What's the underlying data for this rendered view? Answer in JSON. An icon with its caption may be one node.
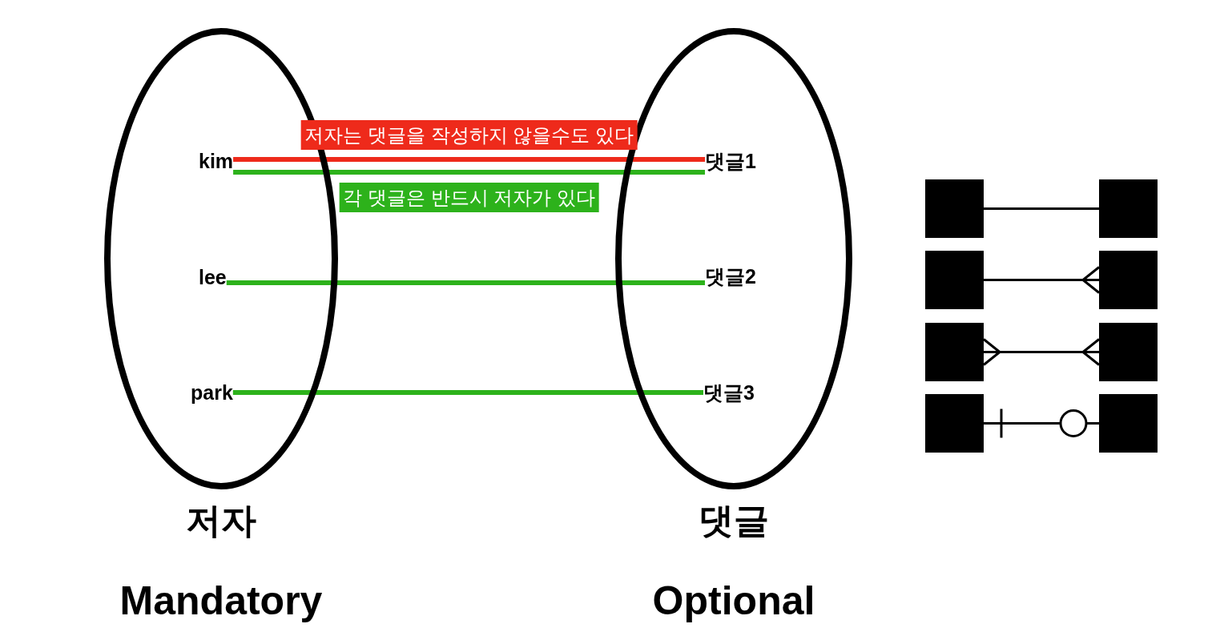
{
  "diagram": {
    "nodes": [
      {
        "text": [
          "저자"
        ],
        "beside": [
          "Mandatory"
        ]
      },
      {
        "text": [
          "kim"
        ],
        "in": 0
      },
      {
        "text": [
          "lee"
        ],
        "in": 0
      },
      {
        "text": [
          "park"
        ],
        "in": 0
      },
      {
        "text": [
          "댓글"
        ],
        "beside": [
          "Optional"
        ]
      },
      {
        "text": [
          "댓글1"
        ],
        "in": 4
      },
      {
        "text": [
          "댓글2"
        ],
        "in": 4
      },
      {
        "text": [
          "댓글3"
        ],
        "in": 4
      },
      {
        "text": [],
        "shape": "box"
      },
      {
        "text": [],
        "shape": "box"
      },
      {
        "text": [],
        "shape": "box"
      },
      {
        "text": [],
        "shape": "box"
      },
      {
        "text": [],
        "shape": "box"
      },
      {
        "text": [],
        "shape": "box"
      },
      {
        "text": [],
        "shape": "box"
      },
      {
        "text": [],
        "shape": "box"
      }
    ],
    "edges": [
      {
        "from": 1,
        "to": 5,
        "arrow": "none",
        "label": "저자는 댓글을 작성하지 않을수도 있다",
        "color": "#ee2a1b",
        "style": "thick"
      },
      {
        "from": 1,
        "to": 5,
        "arrow": "none",
        "label": "각 댓글은 반드시 저자가 있다",
        "color": "#2db21b",
        "style": "thick"
      },
      {
        "from": 2,
        "to": 6,
        "arrow": "none",
        "color": "#2db21b",
        "style": "thick"
      },
      {
        "from": 3,
        "to": 7,
        "arrow": "none",
        "color": "#2db21b",
        "style": "thick"
      },
      {
        "from": 8,
        "to": 9,
        "arrow": "none"
      },
      {
        "from": 10,
        "to": 11,
        "arrow": "other"
      },
      {
        "from": 12,
        "to": 13,
        "arrow": "other"
      },
      {
        "from": 14,
        "to": 15,
        "arrow": "other"
      }
    ]
  }
}
